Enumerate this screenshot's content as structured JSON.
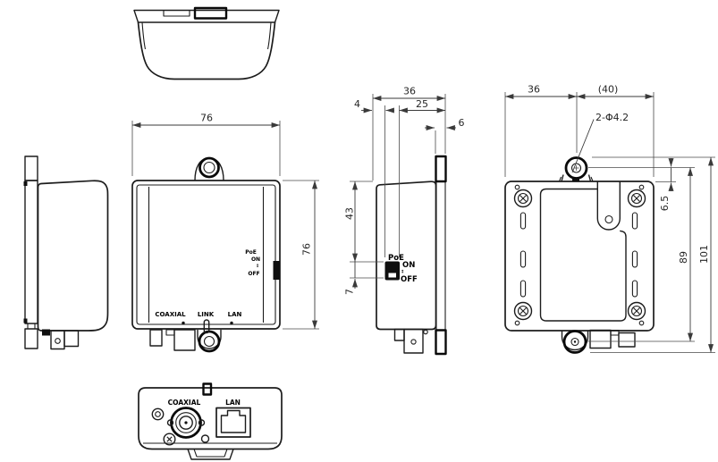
{
  "views": {
    "front": {
      "dim_width": "76",
      "dim_height": "76",
      "poe": "PoE",
      "on": "ON",
      "off": "OFF",
      "toggle": "↕",
      "coaxial": "COAXIAL",
      "link": "LINK",
      "lan": "LAN"
    },
    "side": {
      "dim_depth": "36",
      "dim_front_gap": "4",
      "dim_rear": "25",
      "dim_tab": "6",
      "dim_top_to_switch": "43",
      "dim_switch": "7",
      "poe": "PoE",
      "on": "ON",
      "off": "OFF",
      "toggle": "↕"
    },
    "rear": {
      "dim_left": "36",
      "dim_right": "(40)",
      "dim_holes": "2-Φ4.2",
      "dim_hole_top": "6.5",
      "dim_hole_pitch": "89",
      "dim_overall": "101"
    },
    "bottom": {
      "coaxial": "COAXIAL",
      "lan": "LAN"
    }
  }
}
